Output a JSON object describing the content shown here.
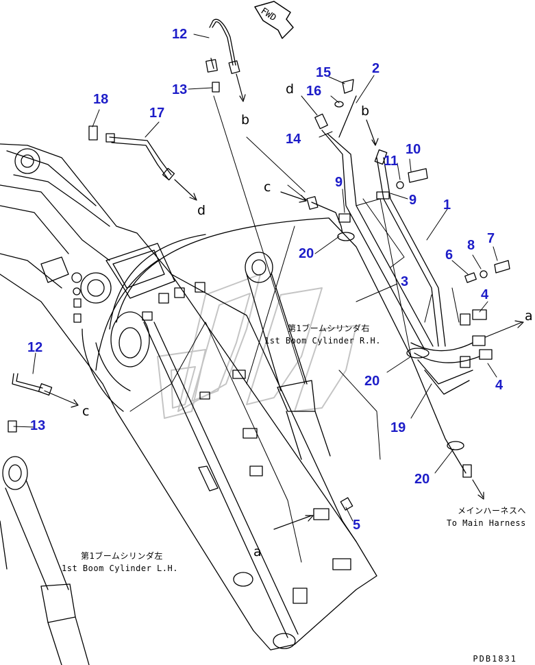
{
  "direction_label": "FWD",
  "part_numbers": {
    "n1": "1",
    "n2": "2",
    "n3": "3",
    "n4a": "4",
    "n4b": "4",
    "n5": "5",
    "n6": "6",
    "n7": "7",
    "n8": "8",
    "n9a": "9",
    "n9b": "9",
    "n10": "10",
    "n11": "11",
    "n12a": "12",
    "n12b": "12",
    "n13a": "13",
    "n13b": "13",
    "n14": "14",
    "n15": "15",
    "n16": "16",
    "n17": "17",
    "n18": "18",
    "n19": "19",
    "n20a": "20",
    "n20b": "20",
    "n20c": "20"
  },
  "connection_letters": {
    "a_right": "a",
    "a_bottom": "a",
    "b_top": "b",
    "b_right": "b",
    "c_mid": "c",
    "c_left": "c",
    "d_top": "d",
    "d_mid": "d"
  },
  "captions": {
    "rh_jp": "第1ブームシリンダ右",
    "rh_en": "1st Boom Cylinder R.H.",
    "lh_jp": "第1ブームシリンダ左",
    "lh_en": "1st Boom Cylinder L.H.",
    "harness_jp": "メインハーネスへ",
    "harness_en": "To Main Harness"
  },
  "drawing_code": "PDB1831"
}
